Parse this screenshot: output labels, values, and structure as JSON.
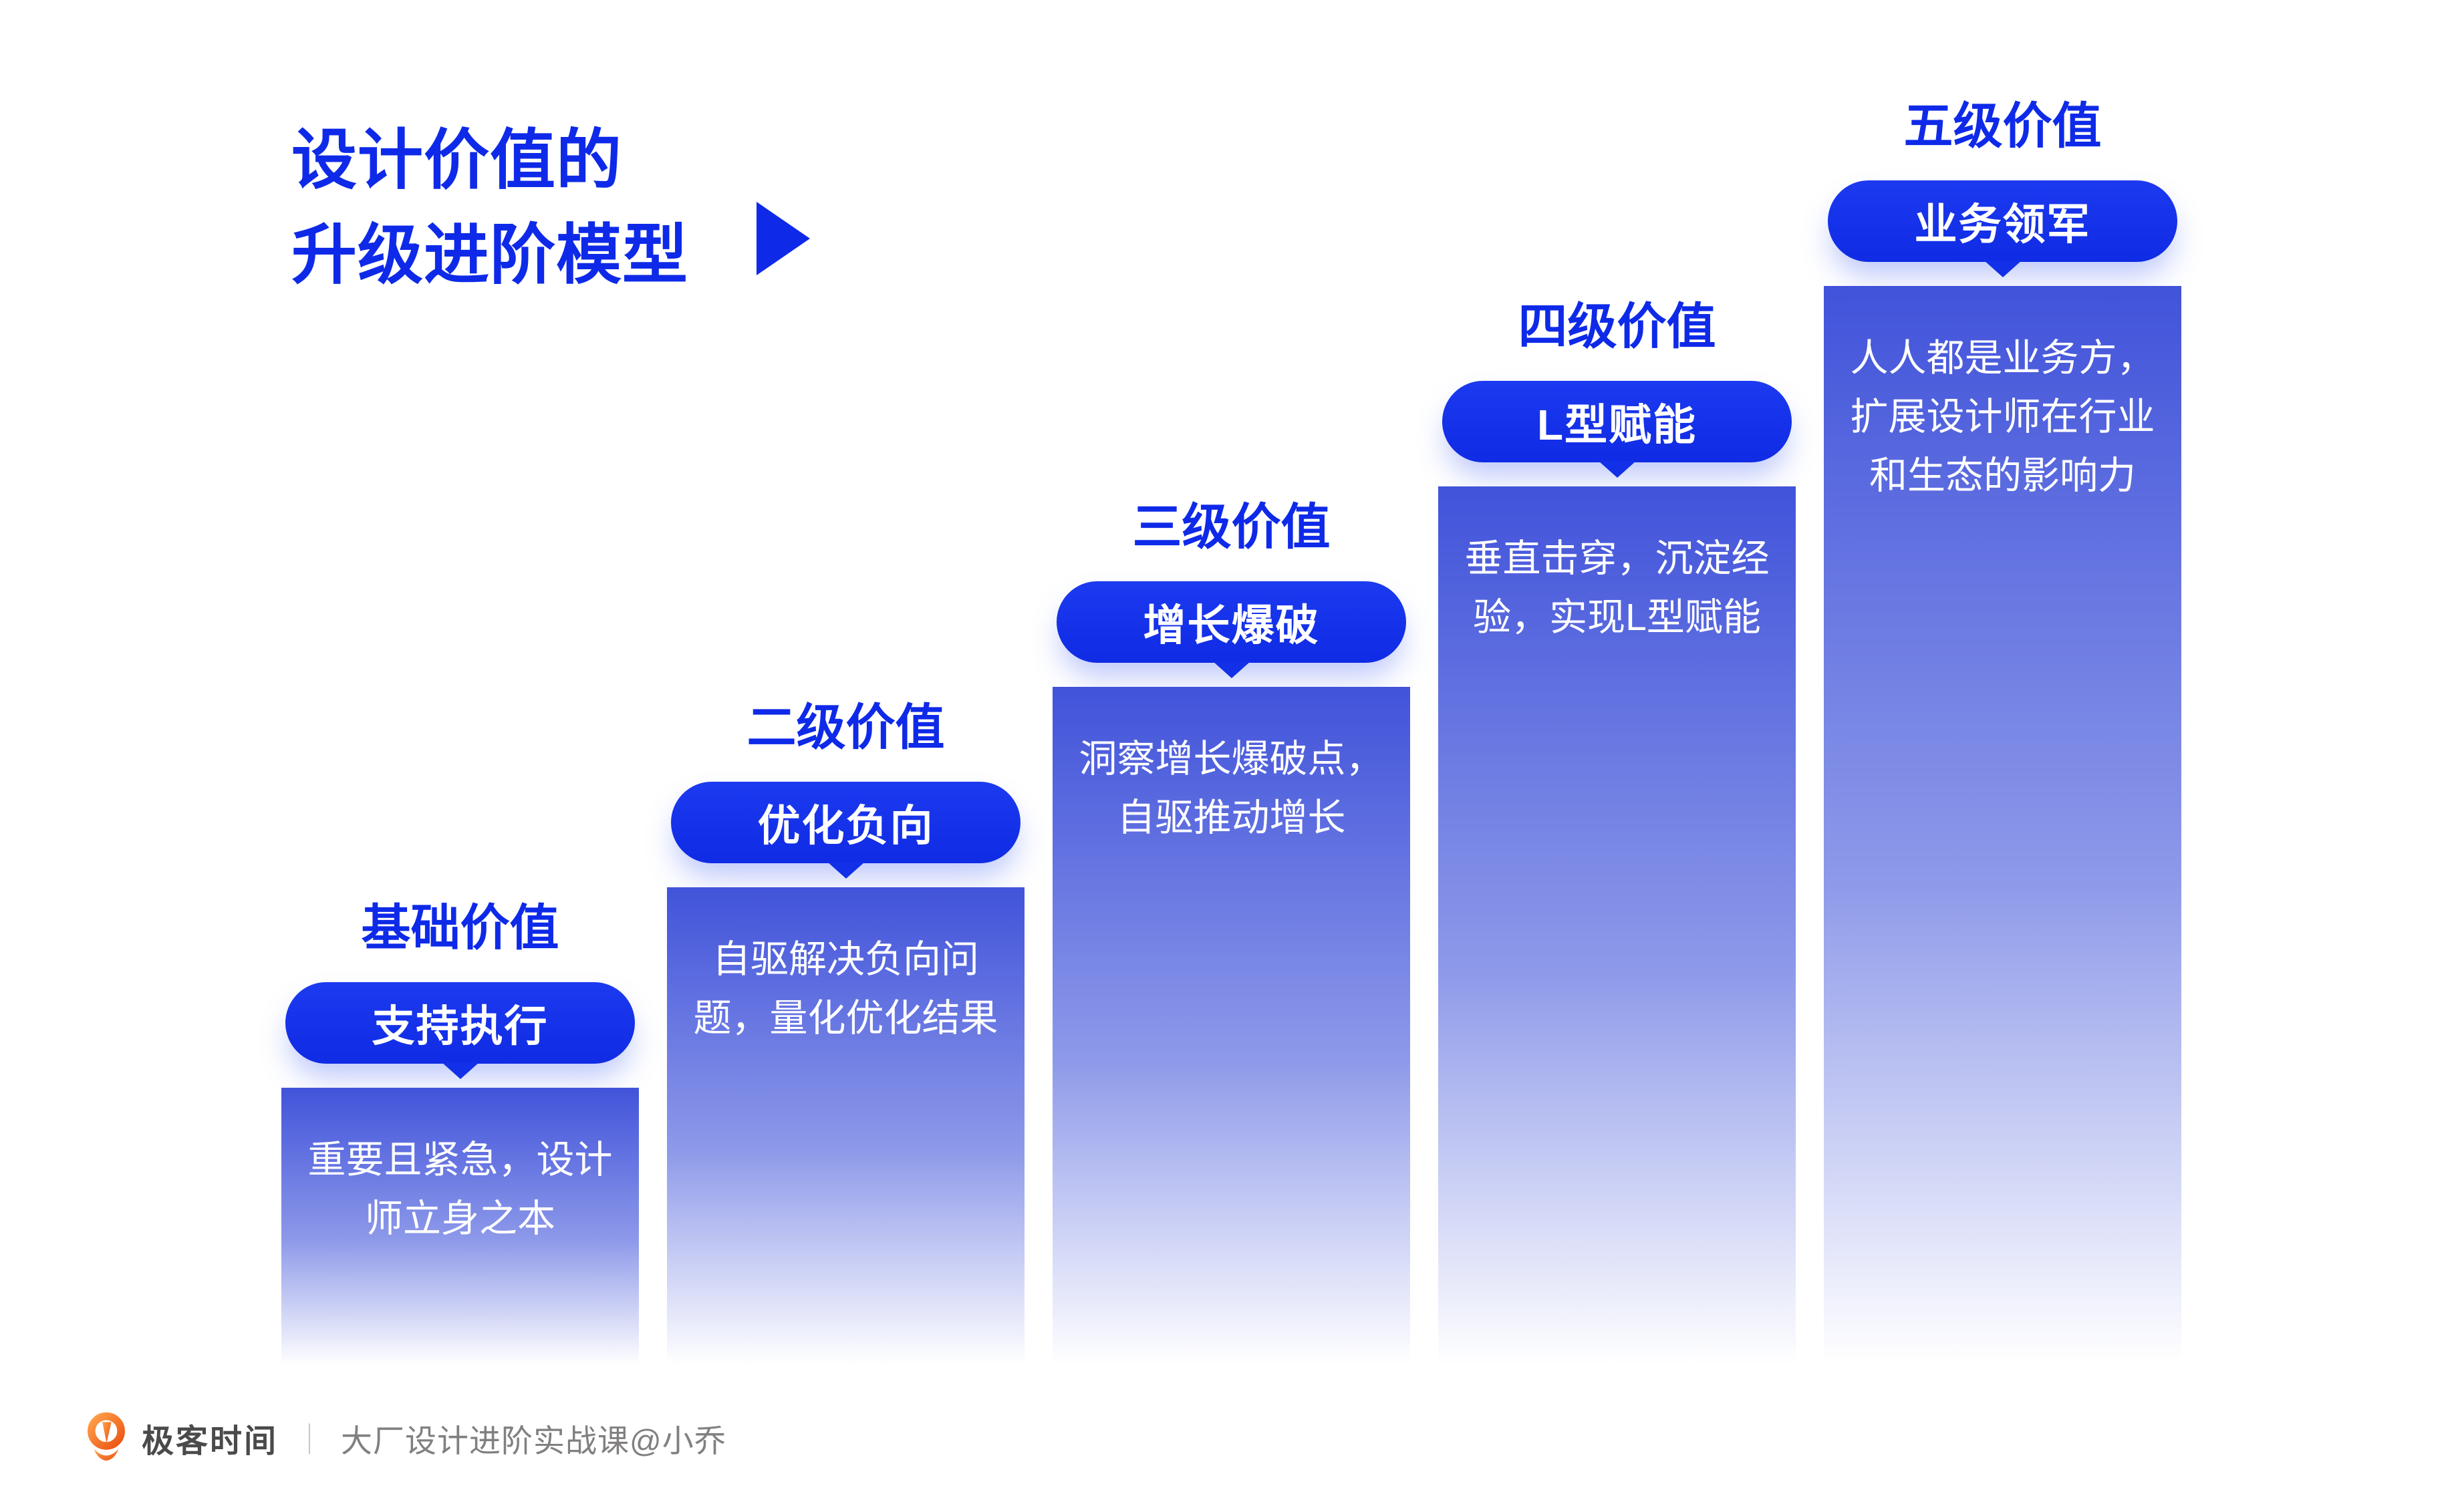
{
  "colors": {
    "accent_blue": "#0e2ae8",
    "pill_blue": "#1230e8",
    "bar_gradient_top": "#4153da",
    "bar_gradient_bottom": "#ffffff",
    "bar_text": "#ffffff",
    "logo_orange": "#ee5a17",
    "brand_text": "#4a4a4a",
    "course_text": "#827f7f"
  },
  "header": {
    "title": "设计价值的\n升级进阶模型",
    "arrow_icon": "right-triangle"
  },
  "levels": [
    {
      "title": "基础价值",
      "badge": "支持执行",
      "description": "重要且紧急，设计\n师立身之本"
    },
    {
      "title": "二级价值",
      "badge": "优化负向",
      "description": "自驱解决负向问\n题，量化优化结果"
    },
    {
      "title": "三级价值",
      "badge": "增长爆破",
      "description": "洞察增长爆破点，\n自驱推动增长"
    },
    {
      "title": "四级价值",
      "badge": "L型赋能",
      "description": "垂直击穿，沉淀经\n验，实现L型赋能"
    },
    {
      "title": "五级价值",
      "badge": "业务领军",
      "description": "人人都是业务方，\n扩展设计师在行业\n和生态的影响力"
    }
  ],
  "footer": {
    "brand": "极客时间",
    "divider": "｜",
    "course": "大厂设计进阶实战课@小乔",
    "logo_icon": "geektime-pin"
  }
}
